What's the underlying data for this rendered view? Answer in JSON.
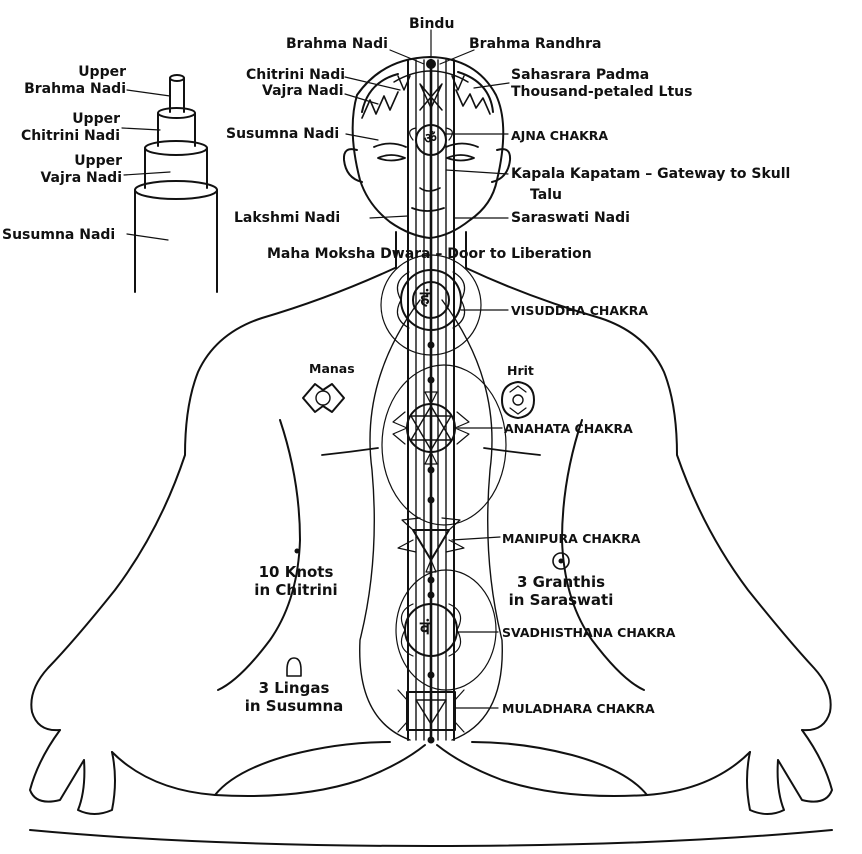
{
  "colors": {
    "ink": "#111111",
    "background": "#ffffff"
  },
  "inset": {
    "upper_brahma_1": "Upper",
    "upper_brahma_2": "Brahma Nadi",
    "upper_chitrini_1": "Upper",
    "upper_chitrini_2": "Chitrini Nadi",
    "upper_vajra_1": "Upper",
    "upper_vajra_2": "Vajra Nadi",
    "susumna": "Susumna Nadi"
  },
  "head": {
    "bindu": "Bindu",
    "brahma_nadi": "Brahma Nadi",
    "brahma_randhra": "Brahma Randhra",
    "chitrini_nadi": "Chitrini Nadi",
    "vajra_nadi": "Vajra Nadi",
    "sahasrara_1": "Sahasrara Padma",
    "sahasrara_2": "Thousand-petaled Ltus",
    "susumna_nadi": "Susumna Nadi",
    "ajna": "AJNA CHAKRA",
    "kapala": "Kapala Kapatam – Gateway to Skull",
    "talu": "Talu",
    "lakshmi_nadi": "Lakshmi Nadi",
    "saraswati_nadi": "Saraswati Nadi",
    "maha_moksha": "Maha Moksha Dwara – Door to Liberation"
  },
  "chakras": {
    "visuddha": "VISUDDHA CHAKRA",
    "anahata": "ANAHATA CHAKRA",
    "manipura": "MANIPURA CHAKRA",
    "svadhisthana": "SVADHISTHANA CHAKRA",
    "muladhara": "MULADHARA CHAKRA"
  },
  "body": {
    "manas": "Manas",
    "hrit": "Hrit",
    "knots_1": "10 Knots",
    "knots_2": "in Chitrini",
    "granthis_1": "3 Granthis",
    "granthis_2": "in Saraswati",
    "lingas_1": "3 Lingas",
    "lingas_2": "in Susumna"
  },
  "glyphs": {
    "ajna_bija": "ॐ",
    "visuddha_bija": "हं",
    "svadhisthana_bija": "वं"
  }
}
